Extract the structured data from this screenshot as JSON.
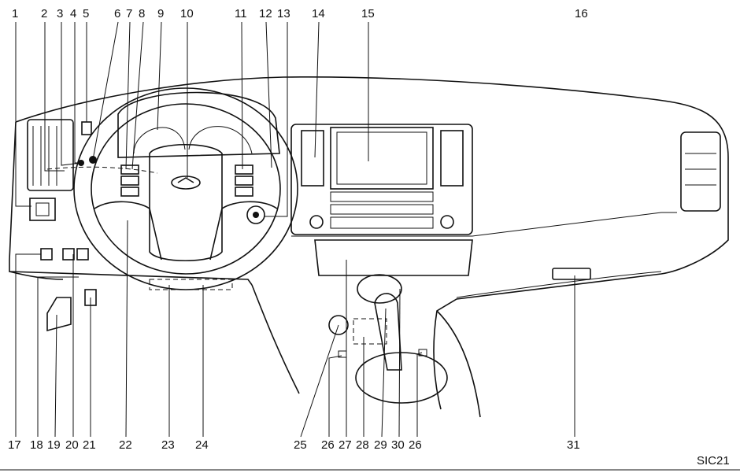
{
  "top_labels": [
    "1",
    "2",
    "3",
    "4",
    "5",
    "6",
    "7",
    "8",
    "9",
    "10",
    "11",
    "12",
    "13",
    "14",
    "15",
    "16"
  ],
  "bottom_labels": [
    "17",
    "18",
    "19",
    "20",
    "21",
    "22",
    "23",
    "24",
    "25",
    "26",
    "27",
    "28",
    "29",
    "30",
    "26",
    "31"
  ],
  "figure_code": "SIC21"
}
